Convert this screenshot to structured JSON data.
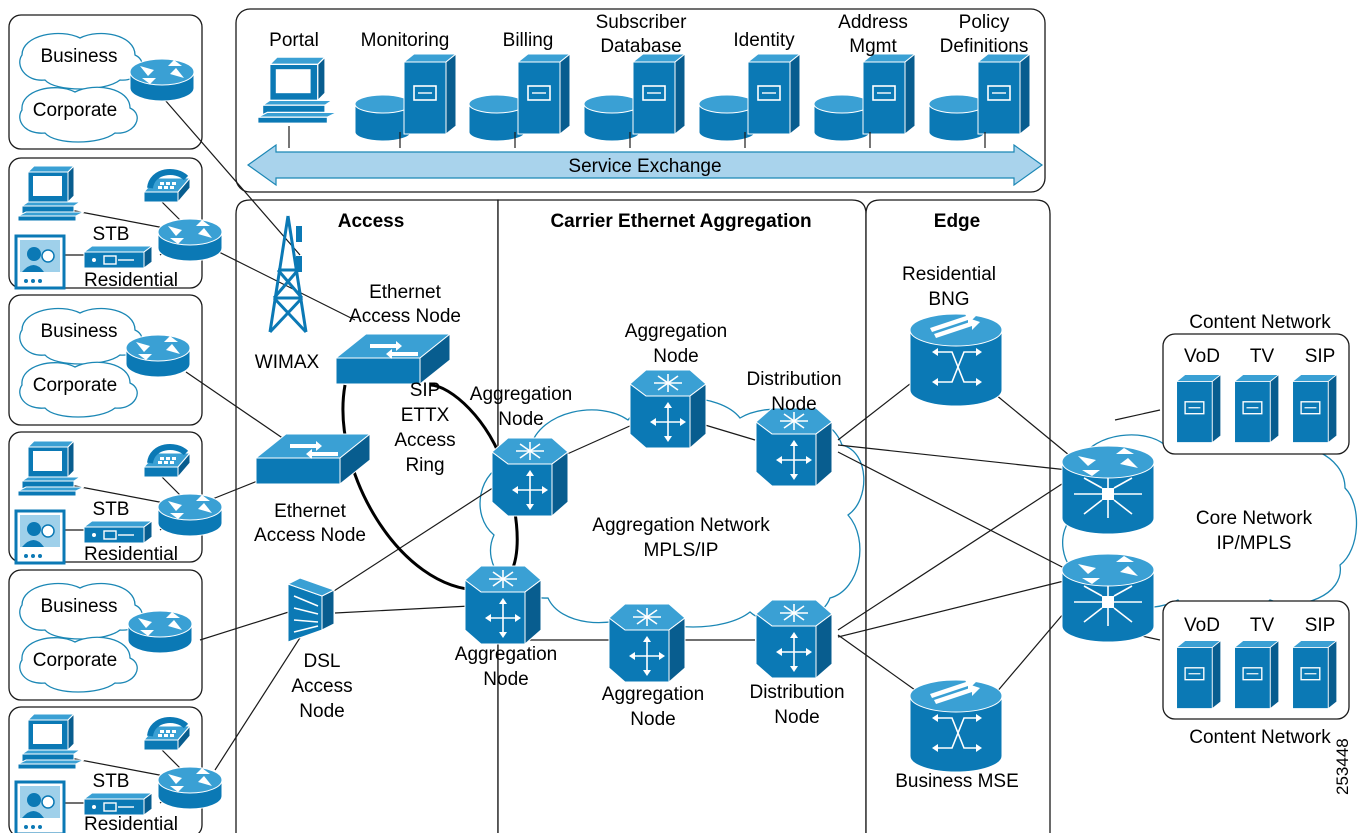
{
  "services": {
    "portal": "Portal",
    "monitoring": "Monitoring",
    "billing": "Billing",
    "subscriber_line1": "Subscriber",
    "subscriber_line2": "Database",
    "identity": "Identity",
    "address_line1": "Address",
    "address_line2": "Mgmt",
    "policy_line1": "Policy",
    "policy_line2": "Definitions",
    "bus_label": "Service Exchange"
  },
  "zones": {
    "access": "Access",
    "aggregation": "Carrier Ethernet Aggregation",
    "edge": "Edge"
  },
  "customers": {
    "business": "Business",
    "corporate": "Corporate",
    "stb": "STB",
    "residential": "Residential"
  },
  "access": {
    "wimax": "WIMAX",
    "eth_node_line1": "Ethernet",
    "eth_node_line2": "Access Node",
    "ring_line1": "SIP",
    "ring_line2": "ETTX",
    "ring_line3": "Access",
    "ring_line4": "Ring",
    "dsl_line1": "DSL",
    "dsl_line2": "Access",
    "dsl_line3": "Node"
  },
  "aggregation": {
    "agg_line1": "Aggregation",
    "agg_line2": "Node",
    "dist_line1": "Distribution",
    "dist_line2": "Node",
    "net_line1": "Aggregation Network",
    "net_line2": "MPLS/IP"
  },
  "edge": {
    "bng_line1": "Residential",
    "bng_line2": "BNG",
    "mse": "Business MSE"
  },
  "core": {
    "line1": "Core Network",
    "line2": "IP/MPLS",
    "content_network": "Content Network",
    "vod": "VoD",
    "tv": "TV",
    "sip": "SIP"
  },
  "figure_id": "253448"
}
